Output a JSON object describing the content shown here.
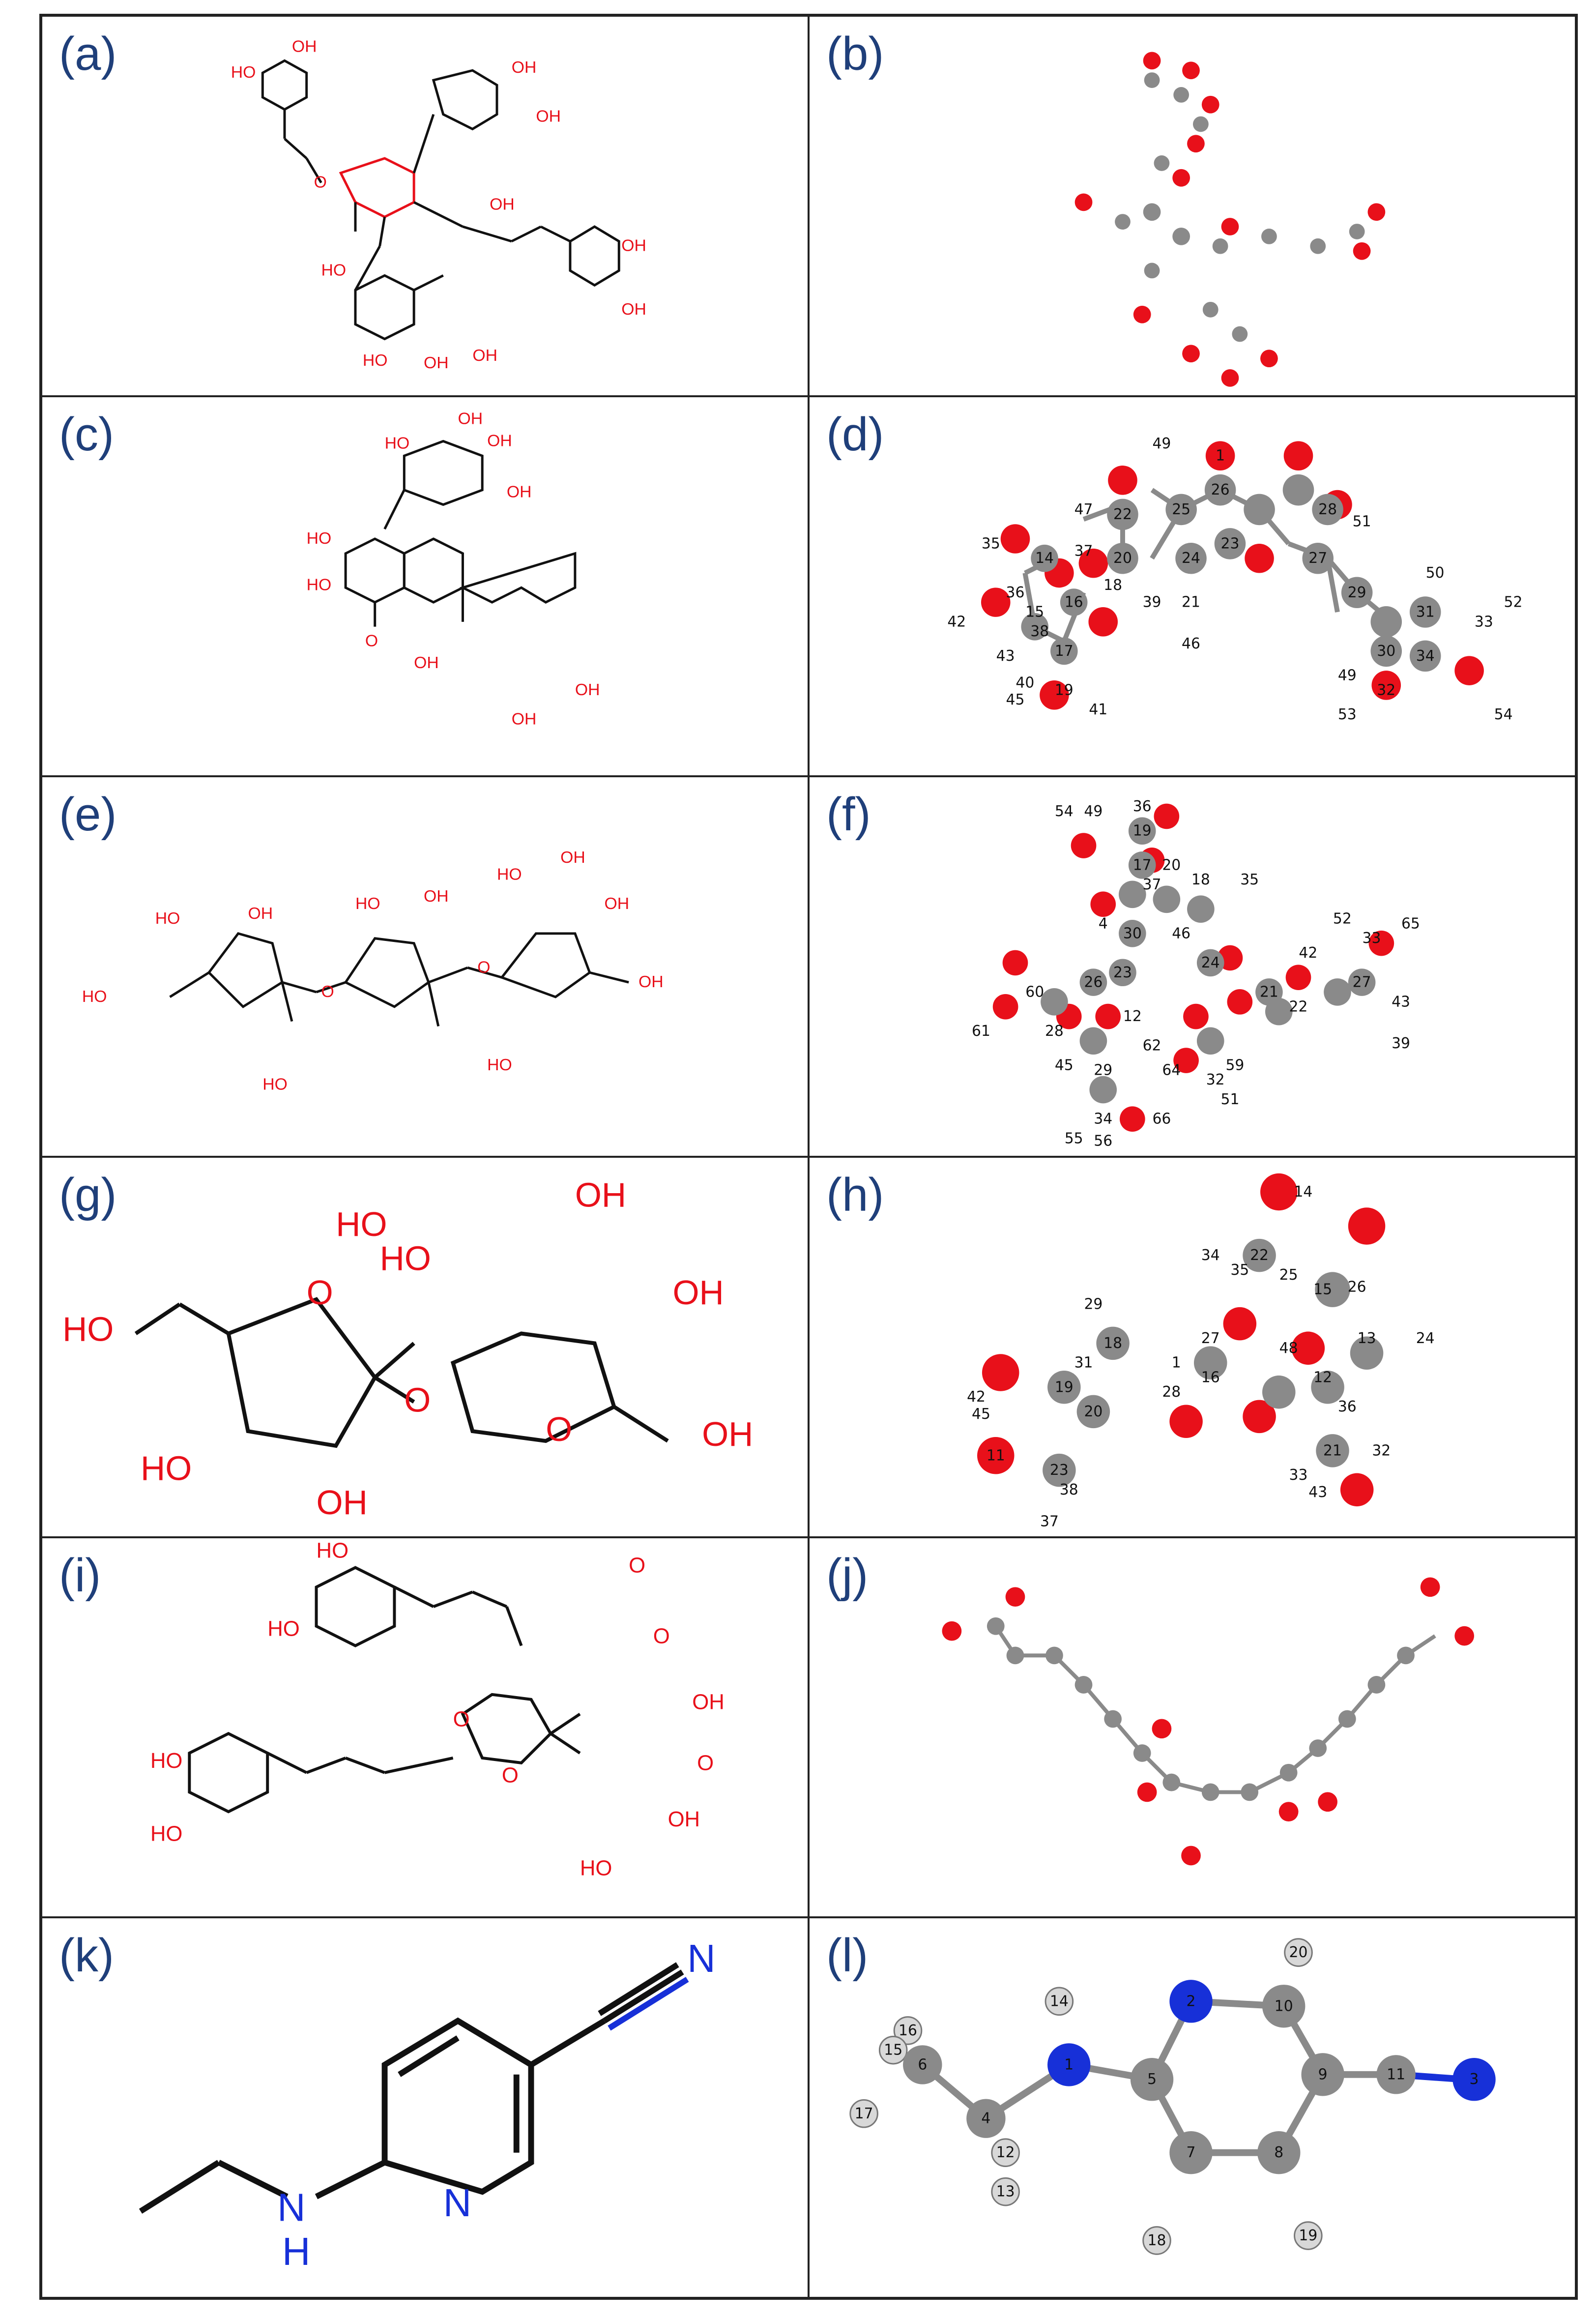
{
  "panels": [
    {
      "label": "(a)"
    },
    {
      "label": "(b)"
    },
    {
      "label": "(c)"
    },
    {
      "label": "(d)"
    },
    {
      "label": "(e)"
    },
    {
      "label": "(f)"
    },
    {
      "label": "(g)"
    },
    {
      "label": "(h)"
    },
    {
      "label": "(i)"
    },
    {
      "label": "(j)"
    },
    {
      "label": "(k)"
    },
    {
      "label": "(l)"
    }
  ],
  "atoms": {
    "oh": "OH",
    "ho": "HO",
    "o": "O",
    "n": "N",
    "h": "H"
  },
  "d_nums": [
    "49",
    "1",
    "25",
    "26",
    "22",
    "24",
    "28",
    "51",
    "47",
    "20",
    "23",
    "27",
    "50",
    "31",
    "35",
    "14",
    "37",
    "16",
    "18",
    "39",
    "21",
    "46",
    "29",
    "52",
    "33",
    "36",
    "15",
    "42",
    "38",
    "17",
    "30",
    "49",
    "34",
    "43",
    "40",
    "19",
    "45",
    "41",
    "32",
    "53",
    "54"
  ],
  "f_nums": [
    "54",
    "49",
    "36",
    "19",
    "17",
    "20",
    "37",
    "18",
    "35",
    "52",
    "33",
    "65",
    "4",
    "30",
    "46",
    "24",
    "42",
    "27",
    "43",
    "26",
    "23",
    "21",
    "22",
    "60",
    "12",
    "28",
    "62",
    "64",
    "59",
    "32",
    "61",
    "45",
    "29",
    "51",
    "34",
    "55",
    "56",
    "66",
    "39"
  ],
  "h_nums": [
    "14",
    "34",
    "22",
    "35",
    "25",
    "15",
    "26",
    "29",
    "18",
    "27",
    "13",
    "24",
    "31",
    "1",
    "16",
    "48",
    "12",
    "42",
    "45",
    "19",
    "20",
    "28",
    "36",
    "11",
    "23",
    "38",
    "21",
    "32",
    "33",
    "43",
    "37"
  ],
  "l_nums": [
    "14",
    "16",
    "15",
    "6",
    "17",
    "4",
    "12",
    "13",
    "1",
    "2",
    "10",
    "20",
    "5",
    "9",
    "11",
    "3",
    "7",
    "8",
    "18",
    "19"
  ],
  "colors": {
    "oxygen": "#e8101a",
    "carbon": "#8a8a8a",
    "hydrogen": "#d8d8d8",
    "nitrogen": "#1730d8",
    "label_text": "#1f3f7a",
    "bond": "#111111"
  }
}
